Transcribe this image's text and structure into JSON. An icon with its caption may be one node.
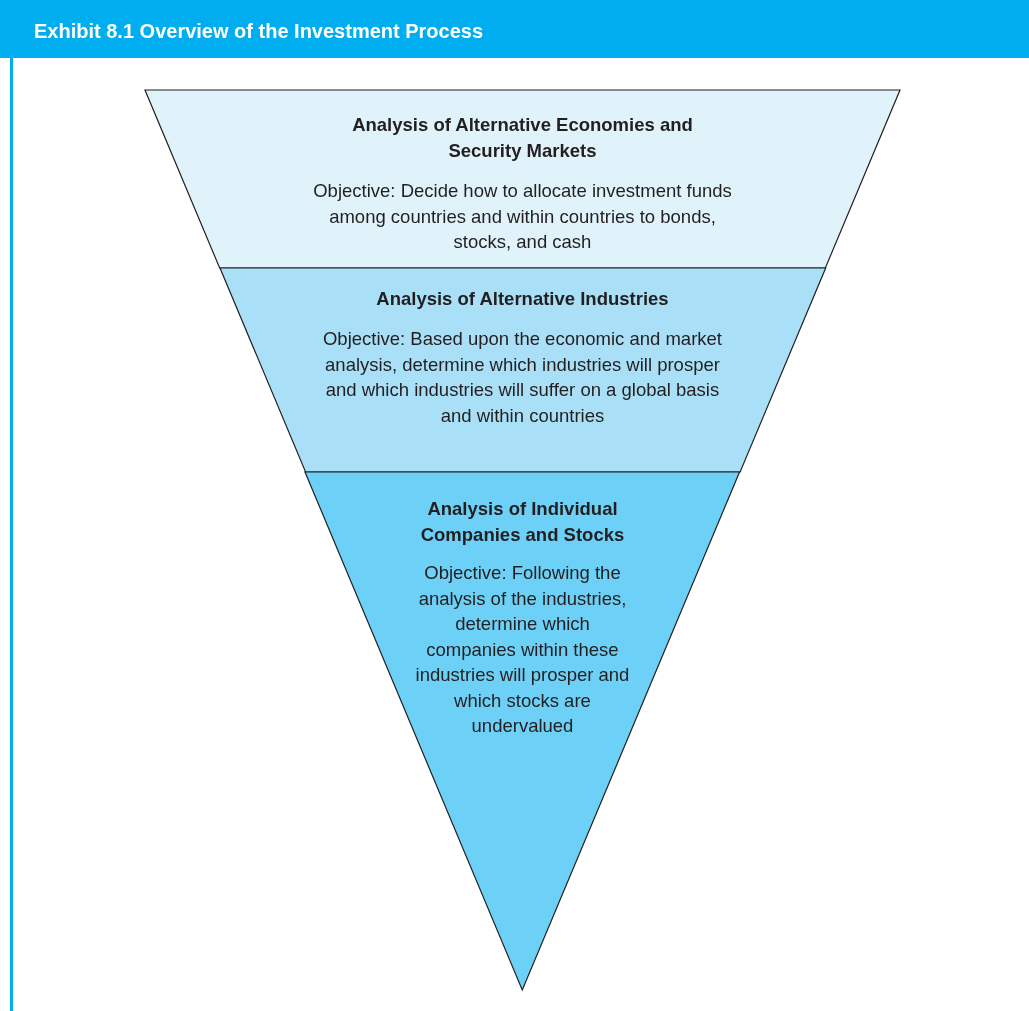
{
  "diagram": {
    "title": "Exhibit 8.1 Overview of the Investment Process",
    "nodes": [
      {
        "text": [
          "Analysis of Alternative Economies and Security Markets",
          "Objective: Decide how to allocate investment funds among countries and within countries to bonds, stocks, and cash"
        ]
      },
      {
        "text": [
          "Analysis of Alternative Industries",
          "Objective: Based upon the economic and market analysis, determine which industries will prosper and which industries will suffer on a global basis and within countries"
        ]
      },
      {
        "text": [
          "Analysis of Individual Companies and Stocks",
          "Objective: Following the analysis of the industries, determine which companies within these industries will prosper and which stocks are undervalued"
        ]
      }
    ],
    "edges": []
  }
}
